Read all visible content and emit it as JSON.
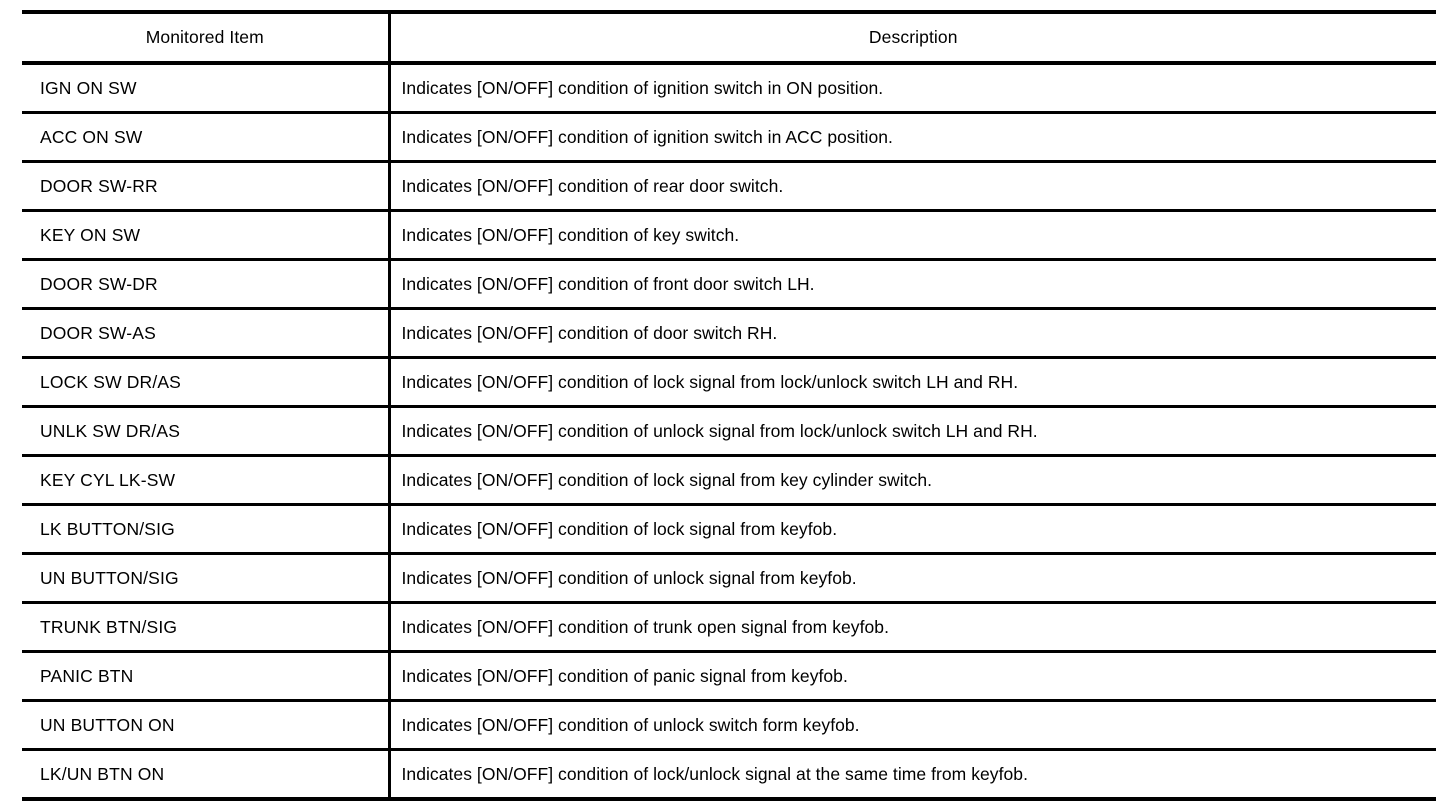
{
  "table": {
    "columns": [
      {
        "key": "item",
        "header": "Monitored Item"
      },
      {
        "key": "description",
        "header": "Description"
      }
    ],
    "rows": [
      {
        "item": "IGN ON SW",
        "description": "Indicates [ON/OFF] condition of ignition switch in ON position."
      },
      {
        "item": "ACC ON SW",
        "description": "Indicates [ON/OFF] condition of ignition switch in ACC position."
      },
      {
        "item": "DOOR SW-RR",
        "description": "Indicates [ON/OFF] condition of rear door switch."
      },
      {
        "item": "KEY ON SW",
        "description": "Indicates [ON/OFF] condition of key switch."
      },
      {
        "item": "DOOR SW-DR",
        "description": "Indicates [ON/OFF] condition of front door switch LH."
      },
      {
        "item": "DOOR SW-AS",
        "description": "Indicates [ON/OFF] condition of door switch RH."
      },
      {
        "item": "LOCK SW DR/AS",
        "description": "Indicates [ON/OFF] condition of lock signal from lock/unlock switch LH and RH."
      },
      {
        "item": "UNLK SW DR/AS",
        "description": "Indicates [ON/OFF] condition of unlock signal from lock/unlock switch LH and RH."
      },
      {
        "item": "KEY CYL LK-SW",
        "description": "Indicates [ON/OFF] condition of lock signal from key cylinder switch."
      },
      {
        "item": "LK BUTTON/SIG",
        "description": "Indicates [ON/OFF] condition of lock signal from keyfob."
      },
      {
        "item": "UN BUTTON/SIG",
        "description": "Indicates [ON/OFF] condition of unlock signal from keyfob."
      },
      {
        "item": "TRUNK BTN/SIG",
        "description": "Indicates [ON/OFF] condition of trunk open signal from keyfob."
      },
      {
        "item": "PANIC BTN",
        "description": "Indicates [ON/OFF] condition of panic signal from keyfob."
      },
      {
        "item": "UN BUTTON ON",
        "description": "Indicates [ON/OFF] condition of unlock switch form keyfob."
      },
      {
        "item": "LK/UN BTN ON",
        "description": "Indicates [ON/OFF] condition of lock/unlock signal at the same time from keyfob."
      }
    ]
  },
  "style": {
    "rule_color": "#000000",
    "text_color": "#000000",
    "background": "#ffffff"
  }
}
